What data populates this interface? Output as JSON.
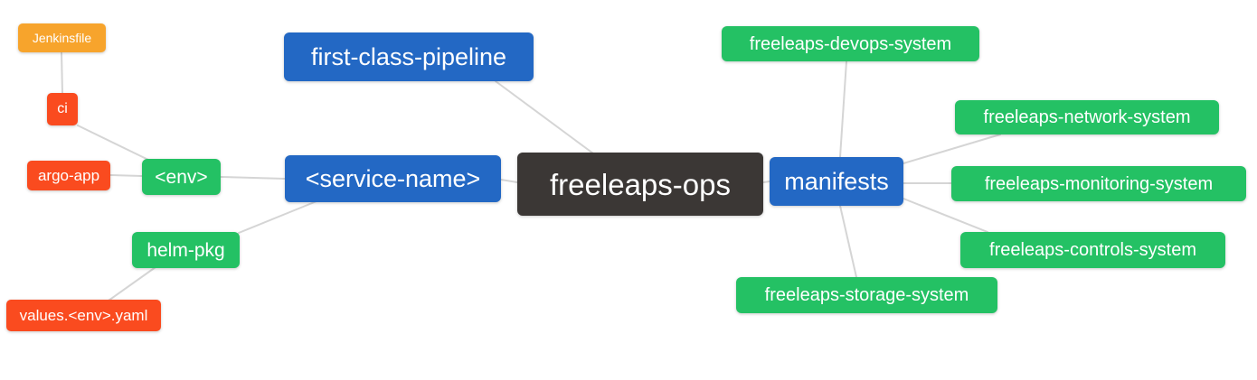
{
  "diagram_title": "freeleaps-ops mind map",
  "palette": {
    "root_node": "#3b3735",
    "branch_node": "#2368c4",
    "green_node": "#24c164",
    "red_node": "#fa4b1f",
    "amber_node": "#f7a42c",
    "edge_line": "#d5d5d5",
    "node_text": "#ffffff",
    "background": "#ffffff"
  },
  "nodes": {
    "freeleaps_ops": {
      "label": "freeleaps-ops"
    },
    "first_class_pipeline": {
      "label": "first-class-pipeline"
    },
    "service_name": {
      "label": "<service-name>"
    },
    "manifests": {
      "label": "manifests"
    },
    "env": {
      "label": "<env>"
    },
    "helm_pkg": {
      "label": "helm-pkg"
    },
    "ci": {
      "label": "ci"
    },
    "jenkinsfile": {
      "label": "Jenkinsfile"
    },
    "argo_app": {
      "label": "argo-app"
    },
    "values_env_yaml": {
      "label": "values.<env>.yaml"
    },
    "freeleaps_devops_system": {
      "label": "freeleaps-devops-system"
    },
    "freeleaps_network_system": {
      "label": "freeleaps-network-system"
    },
    "freeleaps_monitoring_system": {
      "label": "freeleaps-monitoring-system"
    },
    "freeleaps_controls_system": {
      "label": "freeleaps-controls-system"
    },
    "freeleaps_storage_system": {
      "label": "freeleaps-storage-system"
    }
  },
  "edges": [
    [
      "jenkinsfile",
      "ci"
    ],
    [
      "ci",
      "env"
    ],
    [
      "argo_app",
      "env"
    ],
    [
      "env",
      "service_name"
    ],
    [
      "helm_pkg",
      "service_name"
    ],
    [
      "values_env_yaml",
      "helm_pkg"
    ],
    [
      "first_class_pipeline",
      "freeleaps_ops"
    ],
    [
      "service_name",
      "freeleaps_ops"
    ],
    [
      "freeleaps_ops",
      "manifests"
    ],
    [
      "manifests",
      "freeleaps_devops_system"
    ],
    [
      "manifests",
      "freeleaps_network_system"
    ],
    [
      "manifests",
      "freeleaps_monitoring_system"
    ],
    [
      "manifests",
      "freeleaps_controls_system"
    ],
    [
      "manifests",
      "freeleaps_storage_system"
    ]
  ]
}
